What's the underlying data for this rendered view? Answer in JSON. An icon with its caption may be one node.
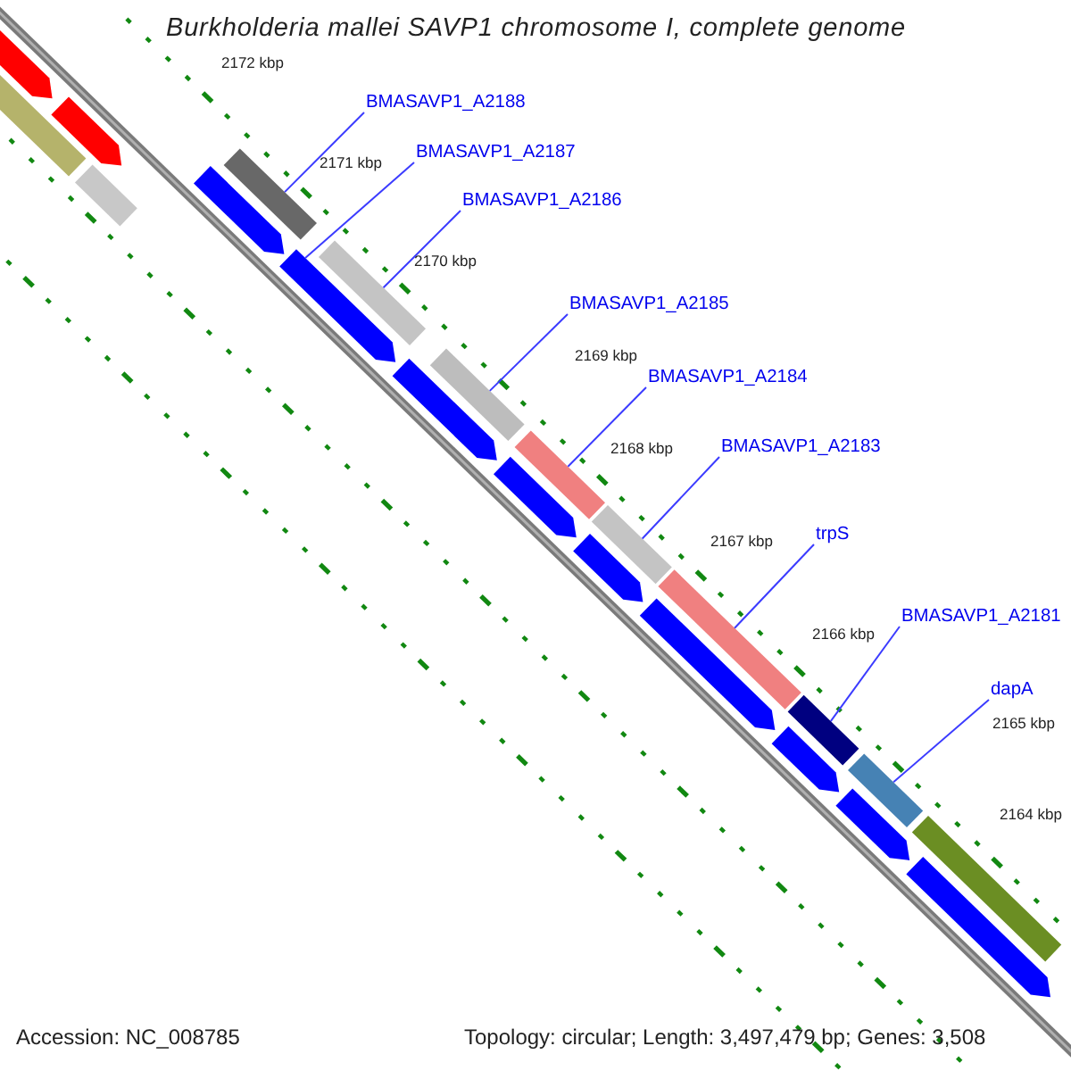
{
  "diagram": {
    "title": "Burkholderia mallei SAVP1 chromosome I, complete genome",
    "nodes": [
      {
        "text": [
          "BMASAVP1_A2188"
        ]
      },
      {
        "text": [
          "BMASAVP1_A2187"
        ]
      },
      {
        "text": [
          "BMASAVP1_A2186"
        ]
      },
      {
        "text": [
          "BMASAVP1_A2185"
        ]
      },
      {
        "text": [
          "BMASAVP1_A2184"
        ]
      },
      {
        "text": [
          "BMASAVP1_A2183"
        ]
      },
      {
        "text": [
          "trpS"
        ]
      },
      {
        "text": [
          "BMASAVP1_A2181"
        ]
      },
      {
        "text": [
          "dapA"
        ]
      },
      {
        "text": [],
        "shape": "arrow"
      },
      {
        "text": [],
        "shape": "bar"
      },
      {
        "text": [],
        "shape": "arrow"
      },
      {
        "text": [],
        "shape": "bar"
      },
      {
        "text": [],
        "shape": "arrow"
      },
      {
        "text": [],
        "shape": "bar"
      },
      {
        "text": [],
        "shape": "arrow"
      },
      {
        "text": [],
        "shape": "bar"
      },
      {
        "text": [],
        "shape": "arrow"
      },
      {
        "text": [],
        "shape": "bar"
      },
      {
        "text": [],
        "shape": "bar"
      },
      {
        "text": [],
        "shape": "arrow"
      },
      {
        "text": [],
        "shape": "bar"
      },
      {
        "text": [],
        "shape": "arrow"
      },
      {
        "text": [],
        "shape": "bar"
      },
      {
        "text": [],
        "shape": "arrow"
      },
      {
        "text": [],
        "shape": "bar"
      },
      {
        "text": [],
        "shape": "arrow"
      },
      {
        "text": [],
        "shape": "bar"
      },
      {
        "text": [],
        "shape": "arrow"
      },
      {
        "text": [],
        "shape": "bar"
      },
      {
        "text": [],
        "shape": "arrow"
      }
    ],
    "edges": [
      {
        "from": 0,
        "to": 14,
        "arrow": "none"
      },
      {
        "from": 1,
        "to": 15,
        "arrow": "none"
      },
      {
        "from": 2,
        "to": 16,
        "arrow": "none"
      },
      {
        "from": 3,
        "to": 18,
        "arrow": "none"
      },
      {
        "from": 4,
        "to": 19,
        "arrow": "none"
      },
      {
        "from": 5,
        "to": 21,
        "arrow": "none"
      },
      {
        "from": 6,
        "to": 23,
        "arrow": "none"
      },
      {
        "from": 7,
        "to": 25,
        "arrow": "none"
      },
      {
        "from": 8,
        "to": 27,
        "arrow": "none"
      }
    ],
    "labels": [
      "2172 kbp",
      "2171 kbp",
      "2170 kbp",
      "2169 kbp",
      "2168 kbp",
      "2167 kbp",
      "2166 kbp",
      "2165 kbp",
      "2164 kbp",
      "Accession: NC_008785",
      "Topology: circular; Length: 3,497,479 bp; Genes: 3,508"
    ]
  }
}
